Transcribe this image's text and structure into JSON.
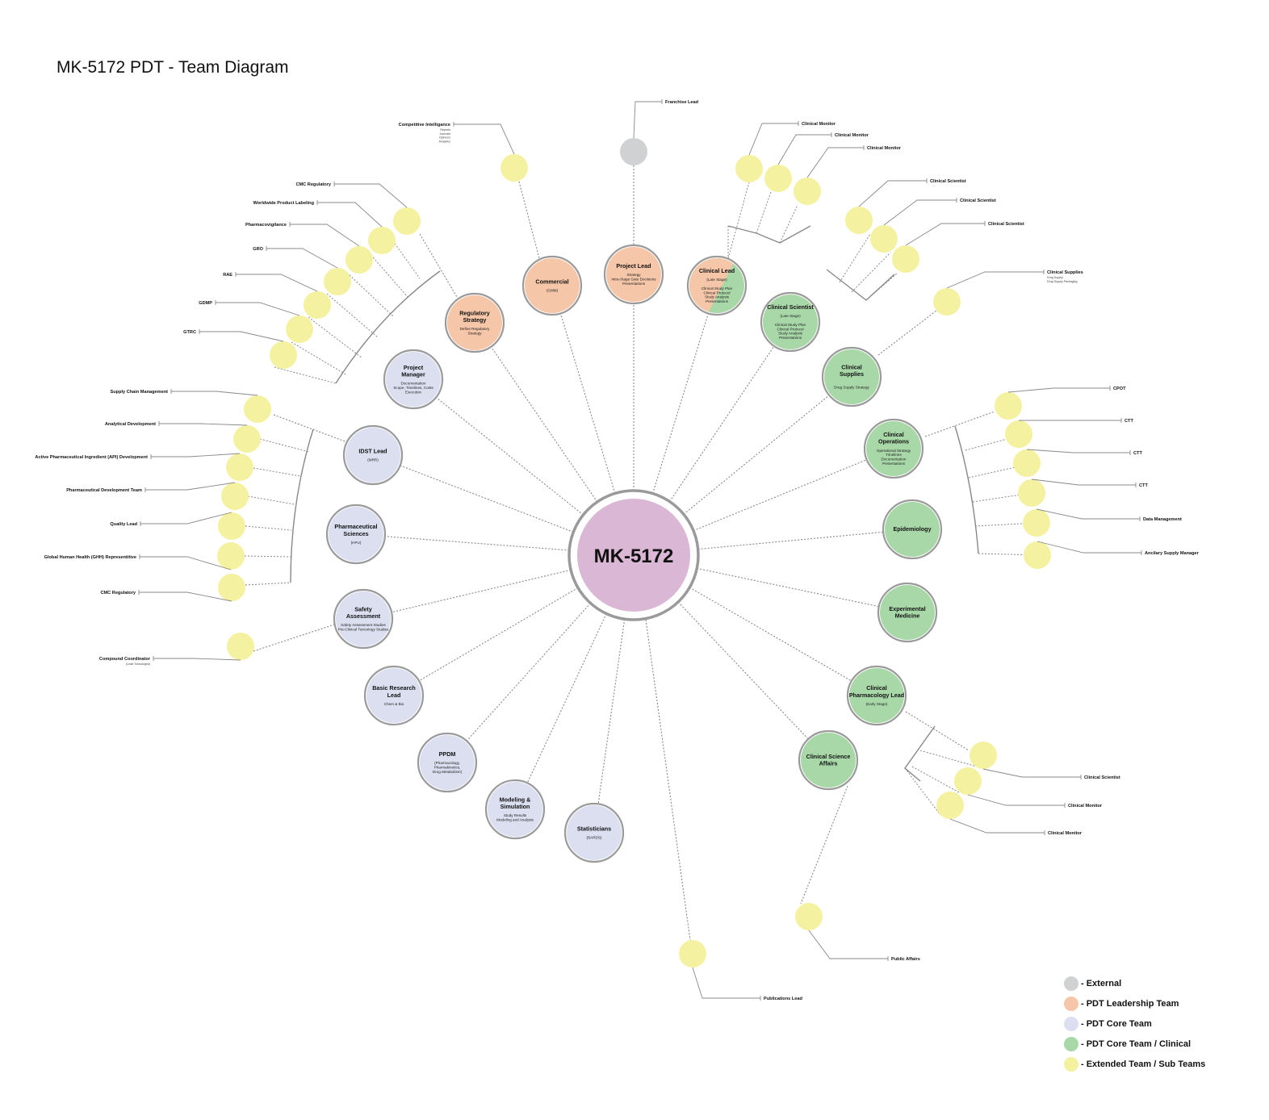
{
  "title": "MK-5172 PDT - Team Diagram",
  "colors": {
    "external": "#d0d1d3",
    "leadership": "#f6c6a9",
    "core": "#dcdff0",
    "clinical": "#a9d8a8",
    "extended": "#f4f1a0",
    "center": "#dbb7d6"
  },
  "legend": [
    {
      "label": "- External",
      "type": "external"
    },
    {
      "label": "- PDT Leadership Team",
      "type": "leadership"
    },
    {
      "label": "- PDT Core Team",
      "type": "core"
    },
    {
      "label": "- PDT Core Team / Clinical",
      "type": "clinical"
    },
    {
      "label": "- Extended Team / Sub Teams",
      "type": "extended"
    }
  ],
  "center": {
    "label": "MK-5172"
  },
  "nodes": [
    {
      "name": "Project Lead",
      "type": "leadership",
      "lines": [
        "Project Lead"
      ],
      "sub": [
        "Strategy",
        "Intra-Stage Gate Decisions",
        "Presentations"
      ]
    },
    {
      "name": "Commercial",
      "type": "leadership",
      "lines": [
        "Commercial"
      ],
      "sub": [
        "(GMM)"
      ]
    },
    {
      "name": "Regulatory Strategy",
      "type": "leadership",
      "lines": [
        "Regulatory",
        "Strategy"
      ],
      "sub": [
        "Define Regulatory",
        "Strategy"
      ]
    },
    {
      "name": "Project Manager",
      "type": "core",
      "lines": [
        "Project",
        "Manager"
      ],
      "sub": [
        "Documentation",
        "Scope, Timelines, Costs",
        "Execution"
      ]
    },
    {
      "name": "IDST Lead",
      "type": "core",
      "lines": [
        "IDST Lead"
      ],
      "sub": [
        "(MRR)"
      ]
    },
    {
      "name": "Pharmaceutical Sciences",
      "type": "core",
      "lines": [
        "Pharmaceutical",
        "Sciences"
      ],
      "sub": [
        "(HPU)"
      ]
    },
    {
      "name": "Safety Assessment",
      "type": "core",
      "lines": [
        "Safety",
        "Assessment"
      ],
      "sub": [
        "Safety Assessment Studies",
        "Pre-Clinical Toxicology Studies"
      ]
    },
    {
      "name": "Basic Research Lead",
      "type": "core",
      "lines": [
        "Basic Research",
        "Lead"
      ],
      "sub": [
        "Chem & Bio"
      ]
    },
    {
      "name": "PPDM",
      "type": "core",
      "lines": [
        "PPDM"
      ],
      "sub": [
        "(Pharmacology,",
        "Pharmakinetics,",
        "Drug Metabolism)"
      ]
    },
    {
      "name": "Modeling & Simulation",
      "type": "core",
      "lines": [
        "Modeling &",
        "Simulation"
      ],
      "sub": [
        "Study Results",
        "Modeling and Analysis"
      ]
    },
    {
      "name": "Statisticians",
      "type": "core",
      "lines": [
        "Statisticians"
      ],
      "sub": [
        "(BARDS)"
      ]
    },
    {
      "name": "Clinical Lead",
      "type": "split",
      "lines": [
        "Clinical Lead"
      ],
      "sub": [
        "(Late Stage)",
        "",
        "Clinical Study Plan",
        "Clinical Protocol",
        "Study Analysis",
        "Presentations"
      ]
    },
    {
      "name": "Clinical Scientist",
      "type": "clinical",
      "lines": [
        "Clinical Scientist"
      ],
      "sub": [
        "(Late Stage)",
        "",
        "Clinical Study Plan",
        "Clinical Protocol",
        "Study Analysis",
        "Presentations"
      ]
    },
    {
      "name": "Clinical Supplies",
      "type": "clinical",
      "lines": [
        "Clinical",
        "Supplies"
      ],
      "sub": [
        "",
        "Drug Supply Strategy"
      ]
    },
    {
      "name": "Clinical Operations",
      "type": "clinical",
      "lines": [
        "Clinical",
        "Operations"
      ],
      "sub": [
        "Operational Strategy",
        "Timelines",
        "Documentation",
        "Presentations"
      ]
    },
    {
      "name": "Epidemiology",
      "type": "clinical",
      "lines": [
        "Epidemiology"
      ],
      "sub": []
    },
    {
      "name": "Experimental Medicine",
      "type": "clinical",
      "lines": [
        "Experimental",
        "Medicine"
      ],
      "sub": []
    },
    {
      "name": "Clinical Pharmacology Lead",
      "type": "clinical",
      "lines": [
        "Clinical",
        "Pharmacology Lead"
      ],
      "sub": [
        "(Early Stage)"
      ]
    },
    {
      "name": "Clinical Science Affairs",
      "type": "clinical",
      "lines": [
        "Clinical Science",
        "Affairs"
      ],
      "sub": []
    }
  ],
  "extended": [
    {
      "label": "Franchise Lead",
      "sub": []
    },
    {
      "label": "Competitive Intelligance",
      "sub": [
        "Reports",
        "Journals",
        "Opinions",
        "Analytics"
      ]
    },
    {
      "label": "CMC Regulatory",
      "sub": []
    },
    {
      "label": "Worldwide Product Labeling",
      "sub": []
    },
    {
      "label": "Pharmacovigilance",
      "sub": []
    },
    {
      "label": "GRO",
      "sub": []
    },
    {
      "label": "RAE",
      "sub": []
    },
    {
      "label": "GDMP",
      "sub": []
    },
    {
      "label": "GTRC",
      "sub": []
    },
    {
      "label": "Supply Chain Management",
      "sub": []
    },
    {
      "label": "Analytical Development",
      "sub": []
    },
    {
      "label": "Active Pharmaceutical Ingredient (API) Development",
      "sub": []
    },
    {
      "label": "Pharmaceutical Development Team",
      "sub": []
    },
    {
      "label": "Quality Lead",
      "sub": []
    },
    {
      "label": "Global Human Health (GHH) Representitive",
      "sub": []
    },
    {
      "label": "CMC Regulatory",
      "sub": []
    },
    {
      "label": "Compound Coordinator",
      "sub": [
        "(Lead Toxicologist)"
      ]
    },
    {
      "label": "Clinical Monitor",
      "sub": []
    },
    {
      "label": "Clinical Monitor",
      "sub": []
    },
    {
      "label": "Clinical Monitor",
      "sub": []
    },
    {
      "label": "Clinical Scientist",
      "sub": []
    },
    {
      "label": "Clinical Scientist",
      "sub": []
    },
    {
      "label": "Clinical Scientist",
      "sub": []
    },
    {
      "label": "Clinical Supplies",
      "sub": [
        "Drug Supply",
        "Drug Supply Packaging"
      ]
    },
    {
      "label": "CPOT",
      "sub": []
    },
    {
      "label": "CTT",
      "sub": []
    },
    {
      "label": "CTT",
      "sub": []
    },
    {
      "label": "CTT",
      "sub": []
    },
    {
      "label": "Data Management",
      "sub": []
    },
    {
      "label": "Ancilary Supply Manager",
      "sub": []
    },
    {
      "label": "Clinical Scientist",
      "sub": []
    },
    {
      "label": "Clinical Monitor",
      "sub": []
    },
    {
      "label": "Clinical Monitor",
      "sub": []
    },
    {
      "label": "Public Affairs",
      "sub": []
    },
    {
      "label": "Publications Lead",
      "sub": []
    }
  ]
}
